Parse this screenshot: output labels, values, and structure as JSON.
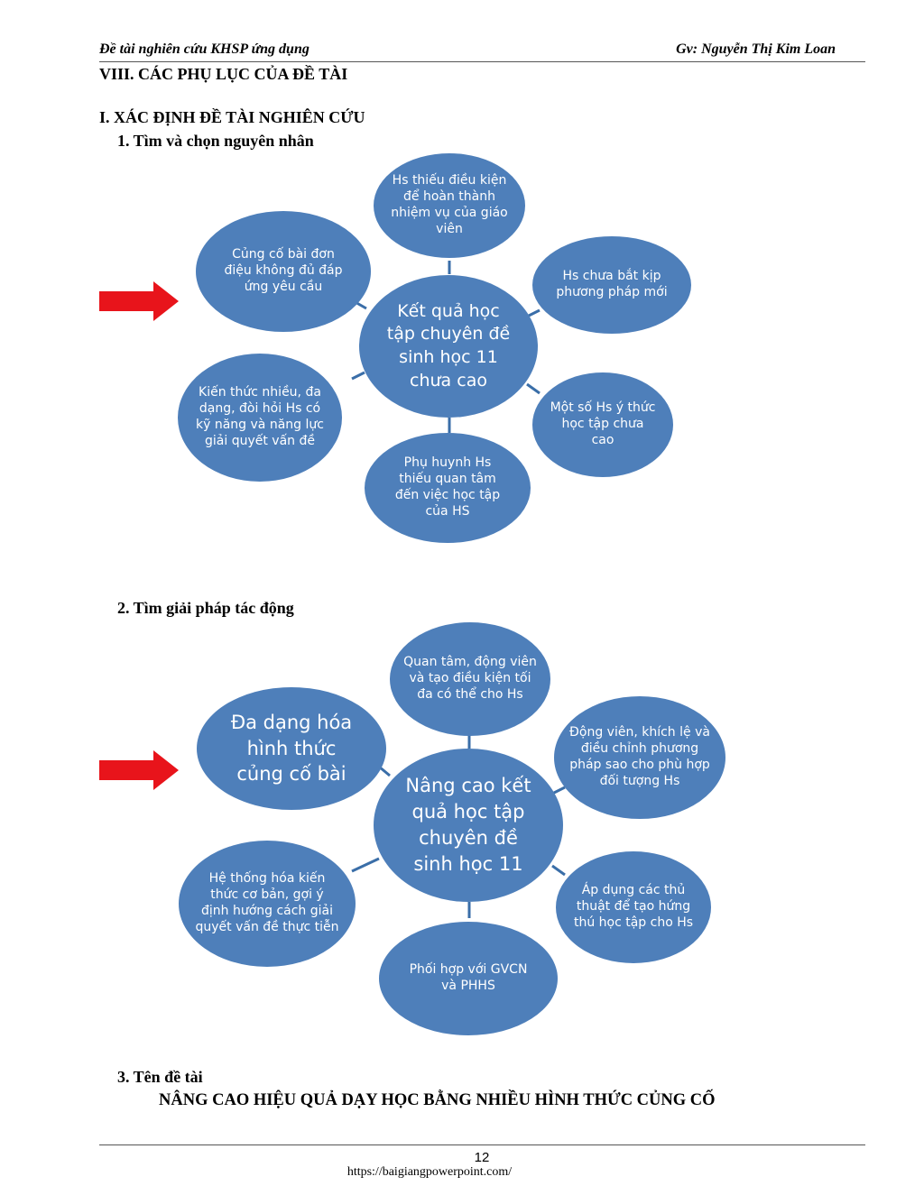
{
  "header": {
    "left": "Đề tài nghiên cứu KHSP ứng dụng",
    "right": "Gv: Nguyễn Thị Kim Loan"
  },
  "section_title": "VIII. CÁC PHỤ LỤC CỦA ĐỀ TÀI",
  "part_title": "I. XÁC ĐỊNH ĐỀ TÀI NGHIÊN CỨU",
  "sub1": {
    "title": "1. Tìm và chọn nguyên nhân",
    "center": "Kết quả học tập chuyên đề sinh học 11 chưa cao",
    "top": "Hs thiếu điều kiện để hoàn thành nhiệm vụ của giáo viên",
    "top_right": "Hs chưa bắt kịp phương pháp mới",
    "bottom_right": "Một số Hs ý thức học tập chưa cao",
    "bottom": "Phụ huynh Hs thiếu quan tâm đến việc học tập của HS",
    "bottom_left": "Kiến thức nhiều, đa dạng, đòi hỏi Hs có kỹ năng và năng lực giải quyết vấn đề",
    "top_left": "Củng cố bài đơn điệu không đủ đáp ứng yêu cầu"
  },
  "sub2": {
    "title": "2. Tìm giải pháp tác động",
    "center": "Nâng cao kết quả học tập chuyên đề sinh học 11",
    "top": "Quan tâm, động viên và tạo điều kiện tối đa có thể cho Hs",
    "top_right": "Động viên, khích lệ và điều chỉnh phương pháp sao cho phù hợp đối tượng Hs",
    "bottom_right": "Áp dụng các thủ thuật để tạo hứng thú học tập cho Hs",
    "bottom": "Phối hợp với GVCN và PHHS",
    "bottom_left": "Hệ thống hóa kiến thức cơ bản, gợi ý định hướng cách giải quyết vấn đề thực tiễn",
    "top_left": "Đa dạng hóa hình thức củng cố bài"
  },
  "sub3": {
    "title": "3. Tên đề tài",
    "topic": "NÂNG CAO HIỆU QUẢ DẠY HỌC BẰNG NHIỀU HÌNH THỨC CỦNG CỐ"
  },
  "footer": {
    "page_number": "12",
    "url": "https://baigiangpowerpoint.com/"
  },
  "colors": {
    "bubble": "#4e7fba",
    "arrow": "#e8141b",
    "connector": "#3a6ea8"
  }
}
